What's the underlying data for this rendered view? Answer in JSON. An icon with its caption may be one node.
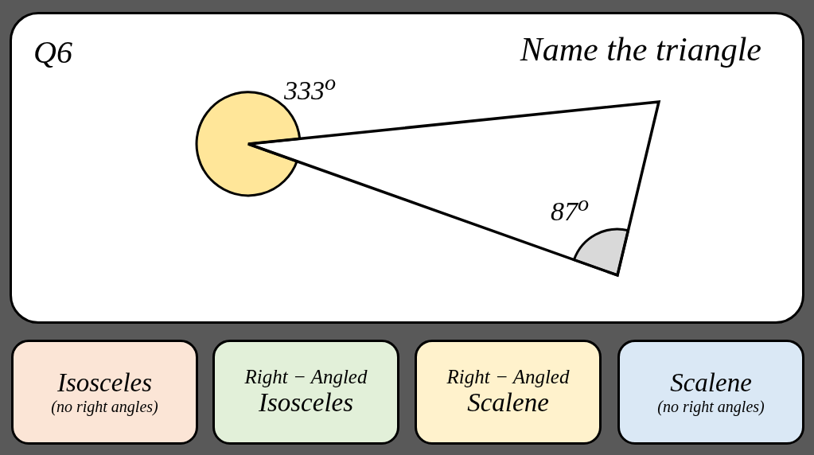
{
  "diagram": {
    "title": "Name the triangle",
    "nodes": [
      {
        "text": [
          "Isosceles",
          "(no right angles)"
        ]
      },
      {
        "text": [
          "Right − Angled",
          "Isosceles"
        ]
      },
      {
        "text": [
          "Right  − Angled",
          "Scalene"
        ]
      },
      {
        "text": [
          "Scalene",
          "(no right angles)"
        ]
      }
    ],
    "labels": [
      "Q6",
      "333$^{o}$",
      "87$^{o}$"
    ]
  }
}
